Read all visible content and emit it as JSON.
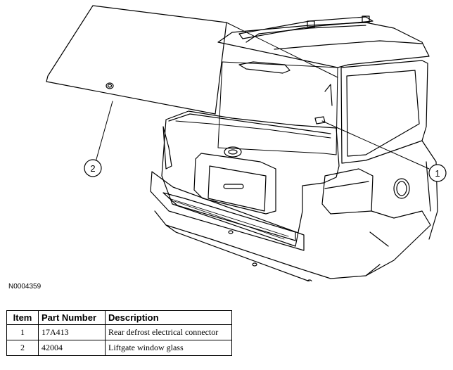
{
  "figure": {
    "id": "N0004359",
    "callouts": [
      "1",
      "2"
    ]
  },
  "table": {
    "headers": [
      "Item",
      "Part Number",
      "Description"
    ],
    "rows": [
      {
        "item": "1",
        "part_number": "17A413",
        "description": "Rear defrost electrical connector"
      },
      {
        "item": "2",
        "part_number": "42004",
        "description": "Liftgate window glass"
      }
    ]
  }
}
